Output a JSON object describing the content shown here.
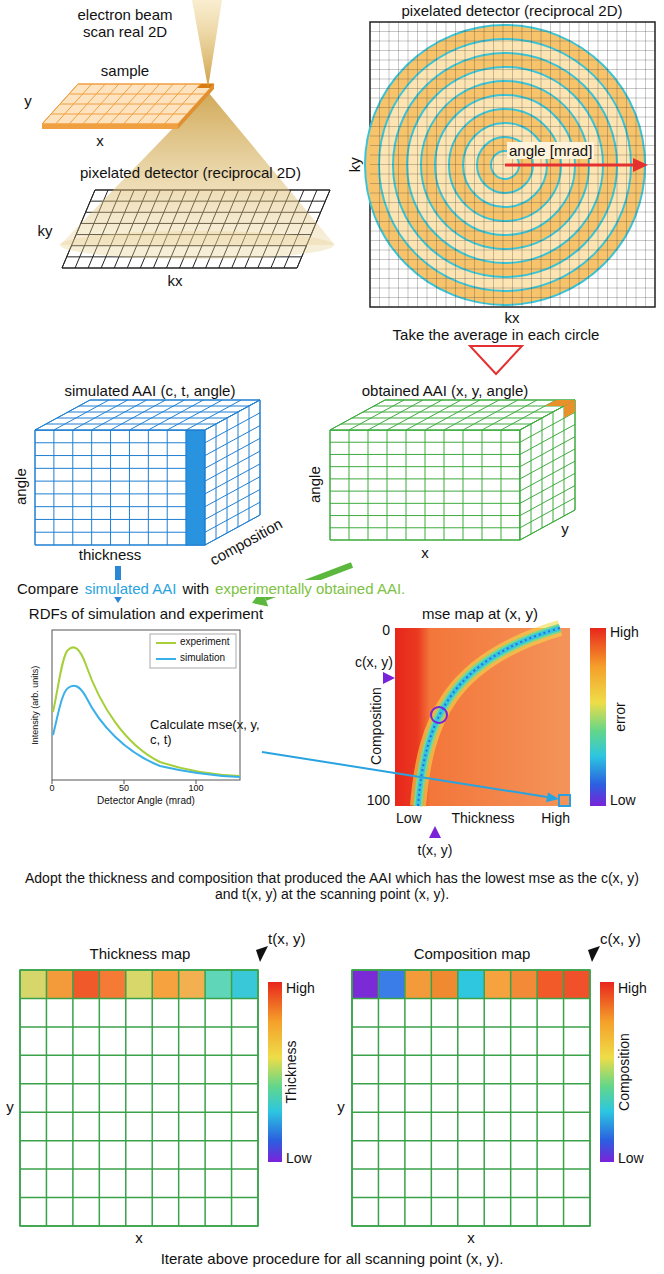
{
  "diagram": {
    "nodes": [
      {
        "text": [
          "simulated AAI (c, t, angle)"
        ]
      },
      {
        "text": [
          "obtained AAI (x, y, angle)"
        ]
      },
      {
        "text": [
          "RDFs of simulation and experiment"
        ]
      },
      {
        "text": [
          "mse map at (x, y)"
        ]
      },
      {
        "text": [
          "Thickness map"
        ]
      },
      {
        "text": [
          "Composition map"
        ]
      }
    ],
    "edges": [
      {
        "from": 0,
        "to": 2,
        "arrow": "to"
      },
      {
        "from": 1,
        "to": 2,
        "arrow": "to"
      }
    ],
    "labels": [
      "electron beam scan real 2D",
      "sample",
      "y",
      "x",
      "pixelated detector (reciprocal 2D)",
      "ky",
      "kx",
      "pixelated detector (reciprocal 2D)",
      "ky",
      "angle [mrad]",
      "kx",
      "Take the average in each circle",
      "angle",
      "thickness",
      "composition",
      "angle",
      "x",
      "y",
      "Compare",
      "simulated AAI",
      "with",
      "experimentally obtained AAI.",
      "Intensity (arb. units)",
      "0",
      "50",
      "100",
      "Detector Angle (mrad)",
      "Calculate mse(x, y, c, t)",
      "0",
      "Composition",
      "100",
      "c(x, y)",
      "Low",
      "Thickness",
      "High",
      "t(x, y)",
      "High",
      "error",
      "Low",
      "Adopt the thickness and composition that produced the AAI which has the lowest mse as the c(x, y) and t(x, y) at the scanning point (x, y).",
      "t(x, y)",
      "High",
      "Thickness",
      "Low",
      "y",
      "x",
      "c(x, y)",
      "High",
      "Composition",
      "Low",
      "y",
      "x",
      "Iterate above procedure for all scanning point (x, y)."
    ],
    "legend": [
      {
        "text": "experiment"
      },
      {
        "text": "simulation"
      }
    ]
  }
}
